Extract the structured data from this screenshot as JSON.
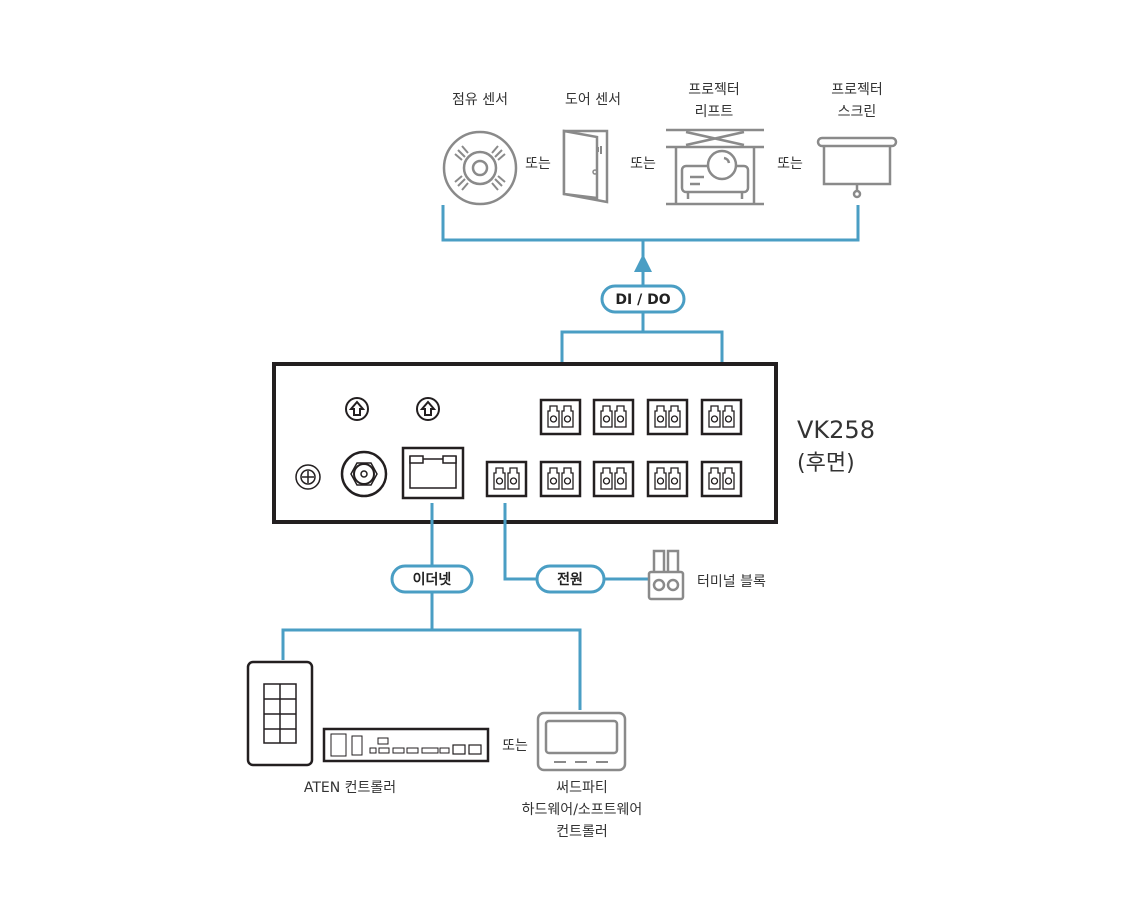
{
  "devices_top": [
    {
      "label_lines": [
        "점유 센서"
      ]
    },
    {
      "label_lines": [
        "도어 센서"
      ]
    },
    {
      "label_lines": [
        "프로젝터",
        "리프트"
      ]
    },
    {
      "label_lines": [
        "프로젝터",
        "스크린"
      ]
    }
  ],
  "or_label": "또는",
  "pills": {
    "dido": "DI / DO",
    "ethernet": "이더넷",
    "power": "전원"
  },
  "device": {
    "name": "VK258",
    "side": "(후면)"
  },
  "terminal_block_label": "터미널 블록",
  "aten_controller_label": "ATEN 컨트롤러",
  "third_party_label_lines": [
    "써드파티",
    "하드웨어/소프트웨어",
    "컨트롤러"
  ],
  "colors": {
    "link": "#4a9ec4",
    "icon": "#8a8a8a",
    "device": "#231f20"
  }
}
